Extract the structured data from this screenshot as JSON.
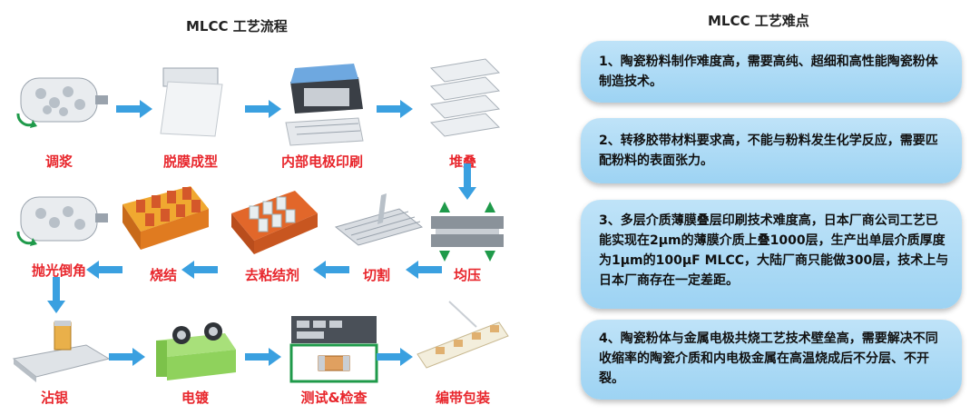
{
  "left_title": "MLCC 工艺流程",
  "right_title": "MLCC 工艺难点",
  "steps": [
    {
      "label": "调浆",
      "icon": "slurry-mixer-icon"
    },
    {
      "label": "脱膜成型",
      "icon": "film-sheet-icon"
    },
    {
      "label": "内部电极印刷",
      "icon": "screen-printer-icon"
    },
    {
      "label": "堆叠",
      "icon": "stacked-layers-icon"
    },
    {
      "label": "均压",
      "icon": "press-icon"
    },
    {
      "label": "切割",
      "icon": "cut-sheet-icon"
    },
    {
      "label": "去粘结剂",
      "icon": "chip-tray-icon"
    },
    {
      "label": "烧结",
      "icon": "sintered-tray-icon"
    },
    {
      "label": "抛光倒角",
      "icon": "polishing-drum-icon"
    },
    {
      "label": "沾银",
      "icon": "silver-dip-icon"
    },
    {
      "label": "电镀",
      "icon": "plating-bath-icon"
    },
    {
      "label": "测试&检查",
      "icon": "test-board-icon"
    },
    {
      "label": "编带包装",
      "icon": "tape-reel-icon"
    }
  ],
  "difficulties": [
    "1、陶瓷粉料制作难度高，需要高纯、超细和高性能陶瓷粉体制造技术。",
    "2、转移胶带材料要求高，不能与粉料发生化学反应，需要匹配粉料的表面张力。",
    "3、多层介质薄膜叠层印刷技术难度高，日本厂商公司工艺已能实现在2μm的薄膜介质上叠1000层，生产出单层介质厚度为1μm的100μF MLCC，大陆厂商只能做300层，技术上与日本厂商存在一定差距。",
    "4、陶瓷粉体与金属电极共烧工艺技术壁垒高，需要解决不同收缩率的陶瓷介质和内电极金属在高温烧成后不分层、不开裂。"
  ],
  "colors": {
    "label": "#e8262c",
    "arrow": "#3aa0e0",
    "box": "#a8d8f5"
  }
}
